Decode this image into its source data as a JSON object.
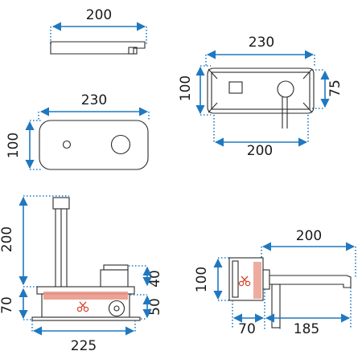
{
  "views": {
    "top_plate_side": {
      "width_label": "200"
    },
    "plate_front": {
      "width_label": "230",
      "height_label": "100"
    },
    "rear_box": {
      "width_label": "230",
      "height_label": "100",
      "depth_label": "75",
      "inner_label": "200"
    },
    "faucet_front": {
      "height_label": "200",
      "upper_label": "40",
      "lower_label": "50",
      "base_label": "70",
      "width_label": "225"
    },
    "faucet_side": {
      "reach_label": "200",
      "height_label": "100",
      "box_label": "70",
      "spout_label": "185"
    }
  },
  "colors": {
    "dimension": "#1f78c0",
    "outline": "#2b2b2b",
    "cut_mark": "#d9462c"
  },
  "icons": [
    "scissors-icon"
  ]
}
